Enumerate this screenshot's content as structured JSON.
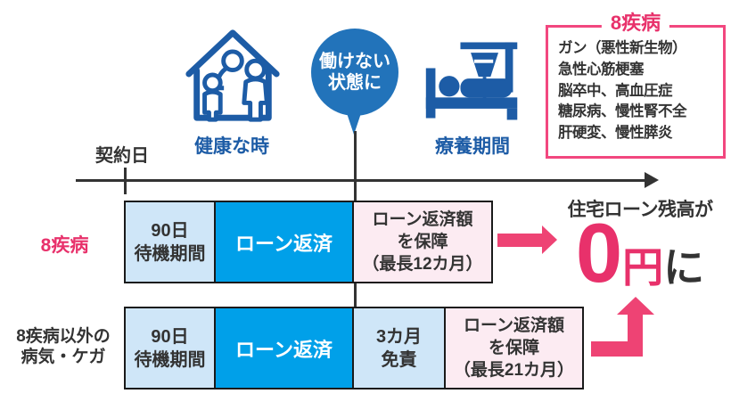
{
  "colors": {
    "dark_blue": "#1d5ca6",
    "bubble_blue": "#2273ba",
    "bright_blue": "#00a0e9",
    "light_blue": "#cfe6f8",
    "pink_background": "#fcebf2",
    "accent_pink": "#e8316b",
    "arrow_pink": "#ee4374",
    "disease_box_border_pink": "#f2477f",
    "text_dark": "#333333"
  },
  "timeline": {
    "contract_label": "契約日"
  },
  "stages": {
    "healthy": {
      "label": "健康な時"
    },
    "unable": {
      "text": "働けない\n状態に"
    },
    "recuperation": {
      "label": "療養期間"
    }
  },
  "disease_box": {
    "title": "8疾病",
    "items": [
      "ガン（悪性新生物）",
      "急性心筋梗塞",
      "脳卒中、高血圧症",
      "糖尿病、慢性腎不全",
      "肝硬変、慢性膵炎"
    ]
  },
  "rows": [
    {
      "label": "8疾病",
      "cells": [
        {
          "text": "90日\n待機期間"
        },
        {
          "text": "ローン返済"
        },
        {
          "text": "ローン返済額\nを保障\n（最長12カ月）"
        }
      ]
    },
    {
      "label": "8疾病以外の\n病気・ケガ",
      "cells": [
        {
          "text": "90日\n待機期間"
        },
        {
          "text": "ローン返済"
        },
        {
          "text": "3カ月\n免責"
        },
        {
          "text": "ローン返済額\nを保障\n（最長21カ月）"
        }
      ]
    }
  ],
  "result": {
    "prefix": "住宅ローン残高が",
    "zero": "0",
    "yen": "円",
    "ni": "に"
  }
}
